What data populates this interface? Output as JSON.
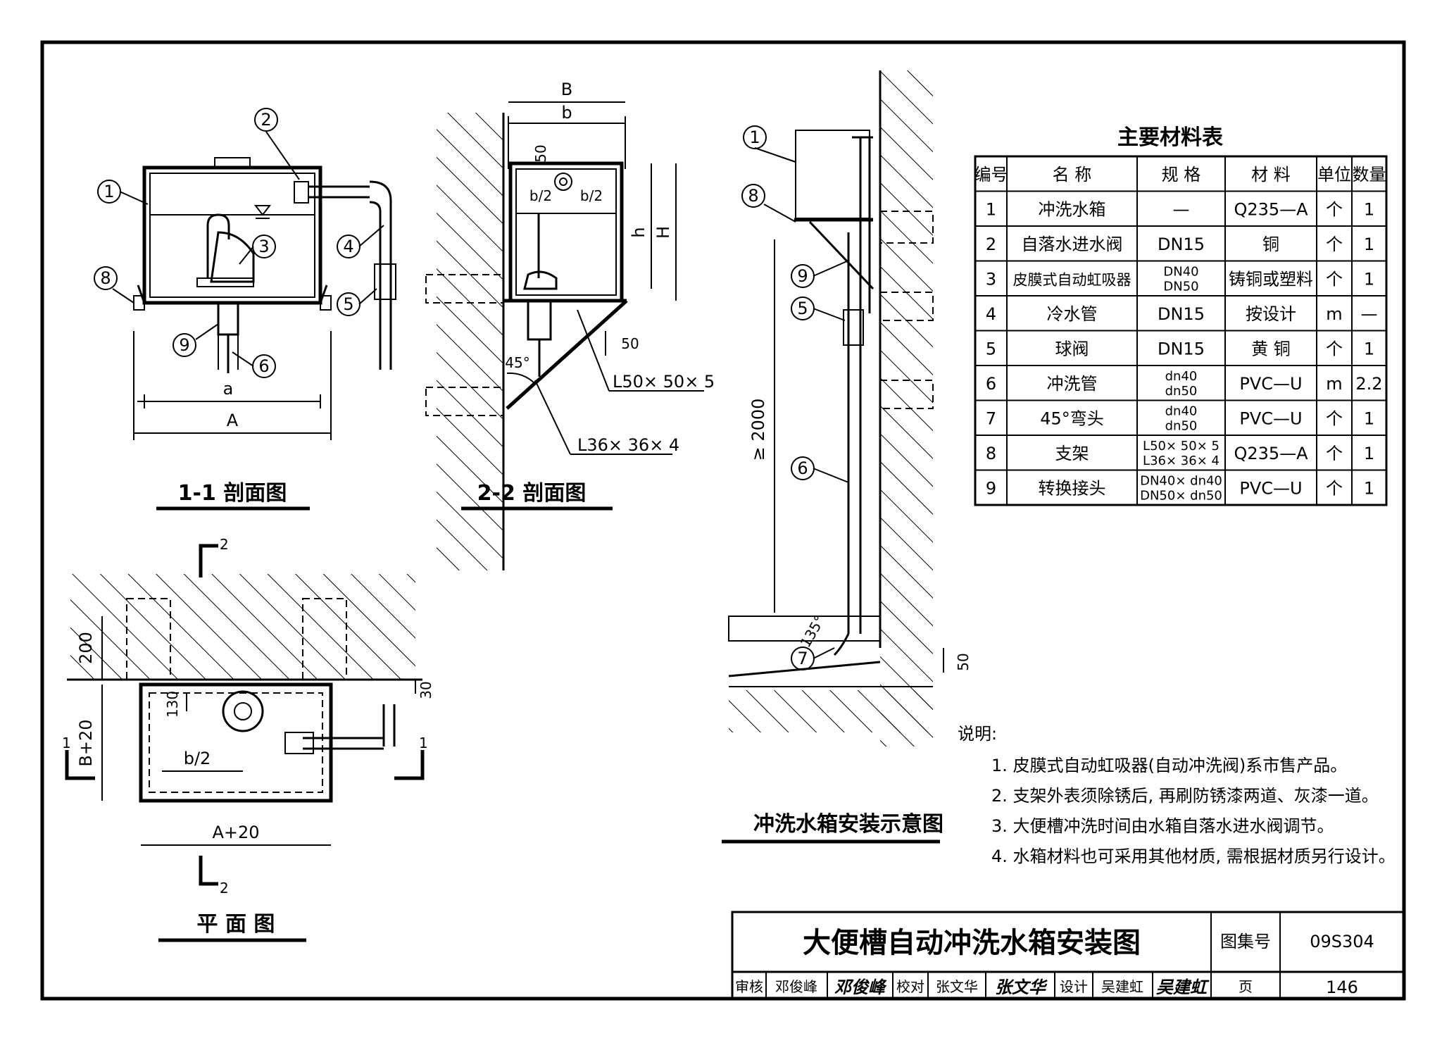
{
  "views": {
    "section11_title": "1-1 剖面图",
    "section22_title": "2-2 剖面图",
    "plan_title": "平  面  图",
    "install_title": "冲洗水箱安装示意图"
  },
  "dims": {
    "A": "A",
    "a": "a",
    "B": "B",
    "b": "b",
    "b_half_left": "b/2",
    "b_half_right": "b/2",
    "h": "h",
    "H": "H",
    "d50_top": "50",
    "d50_side": "50",
    "angle45": "45°",
    "angle_steel_1": "L50× 50× 5",
    "angle_steel_2": "L36× 36× 4",
    "d200": "200",
    "B20": "B+20",
    "d130": "130",
    "d30": "30",
    "b_half_plan": "b/2",
    "A20": "A+20",
    "ge2000": "≥ 2000",
    "angle135": "135°",
    "d50_floor": "50",
    "sec1": "1",
    "sec2": "2"
  },
  "callouts": [
    "1",
    "2",
    "3",
    "4",
    "5",
    "6",
    "7",
    "8",
    "9"
  ],
  "table": {
    "title": "主要材料表",
    "headers": [
      "编号",
      "名    称",
      "规    格",
      "材    料",
      "单位",
      "数量"
    ],
    "rows": [
      [
        "1",
        "冲洗水箱",
        "—",
        "Q235—A",
        "个",
        "1"
      ],
      [
        "2",
        "自落水进水阀",
        "DN15",
        "铜",
        "个",
        "1"
      ],
      [
        "3",
        "皮膜式自动虹吸器",
        "DN40\nDN50",
        "铸铜或塑料",
        "个",
        "1"
      ],
      [
        "4",
        "冷水管",
        "DN15",
        "按设计",
        "m",
        "—"
      ],
      [
        "5",
        "球阀",
        "DN15",
        "黄  铜",
        "个",
        "1"
      ],
      [
        "6",
        "冲洗管",
        "dn40\ndn50",
        "PVC—U",
        "m",
        "2.2"
      ],
      [
        "7",
        "45°弯头",
        "dn40\ndn50",
        "PVC—U",
        "个",
        "1"
      ],
      [
        "8",
        "支架",
        "L50× 50× 5\nL36× 36× 4",
        "Q235—A",
        "个",
        "1"
      ],
      [
        "9",
        "转换接头",
        "DN40× dn40\nDN50× dn50",
        "PVC—U",
        "个",
        "1"
      ]
    ]
  },
  "notes": {
    "heading": "说明:",
    "items": [
      "1. 皮膜式自动虹吸器(自动冲洗阀)系市售产品。",
      "2. 支架外表须除锈后, 再刷防锈漆两道、灰漆一道。",
      "3. 大便槽冲洗时间由水箱自落水进水阀调节。",
      "4. 水箱材料也可采用其他材质, 需根据材质另行设计。"
    ]
  },
  "titleblock": {
    "title": "大便槽自动冲洗水箱安装图",
    "atlas_label": "图集号",
    "atlas_no": "09S304",
    "review_label": "审核",
    "reviewer": "邓俊峰",
    "reviewer_sig": "邓俊峰",
    "check_label": "校对",
    "checker": "张文华",
    "checker_sig": "张文华",
    "design_label": "设计",
    "designer": "吴建虹",
    "designer_sig": "吴建虹",
    "page_label": "页",
    "page_no": "146"
  }
}
